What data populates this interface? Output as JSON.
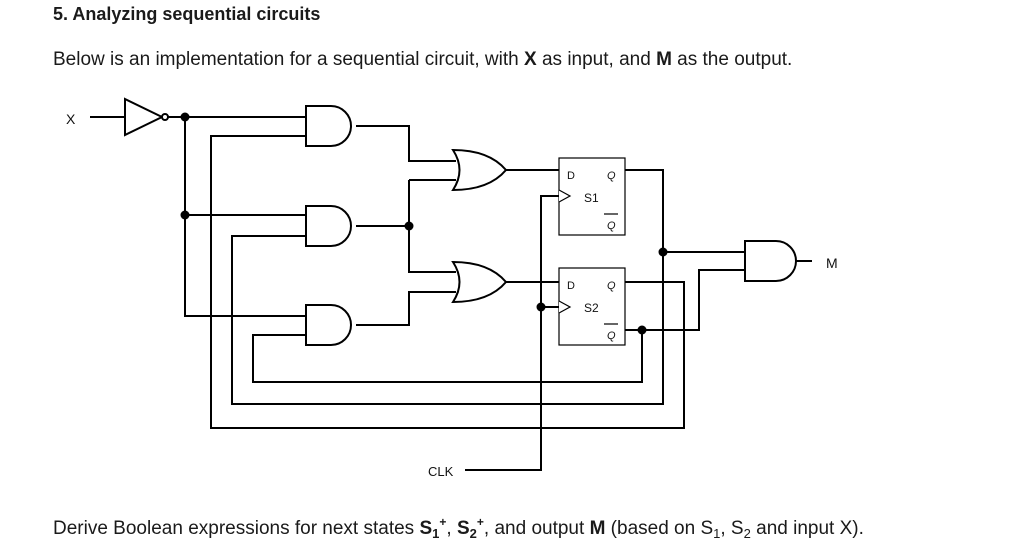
{
  "heading": "5. Analyzing sequential circuits",
  "intro": {
    "t1": "Below is an implementation for a sequential circuit, with ",
    "x": "X",
    "t2": " as input, and ",
    "m": "M",
    "t3": " as the output."
  },
  "circuit": {
    "input_label": "X",
    "output_label": "M",
    "clock_label": "CLK",
    "ff1": {
      "d": "D",
      "q": "Q",
      "qbar": "Q",
      "name": "S1"
    },
    "ff2": {
      "d": "D",
      "q": "Q",
      "qbar": "Q",
      "name": "S2"
    }
  },
  "footer": {
    "t1": "Derive Boolean expressions for next states ",
    "s": "S",
    "sub1": "1",
    "sup": "+",
    "comma": ", ",
    "sub2": "2",
    "t2": ", and output ",
    "m": "M",
    "t3": " (based on S",
    "t4": ", S",
    "t5": " and input X)."
  }
}
